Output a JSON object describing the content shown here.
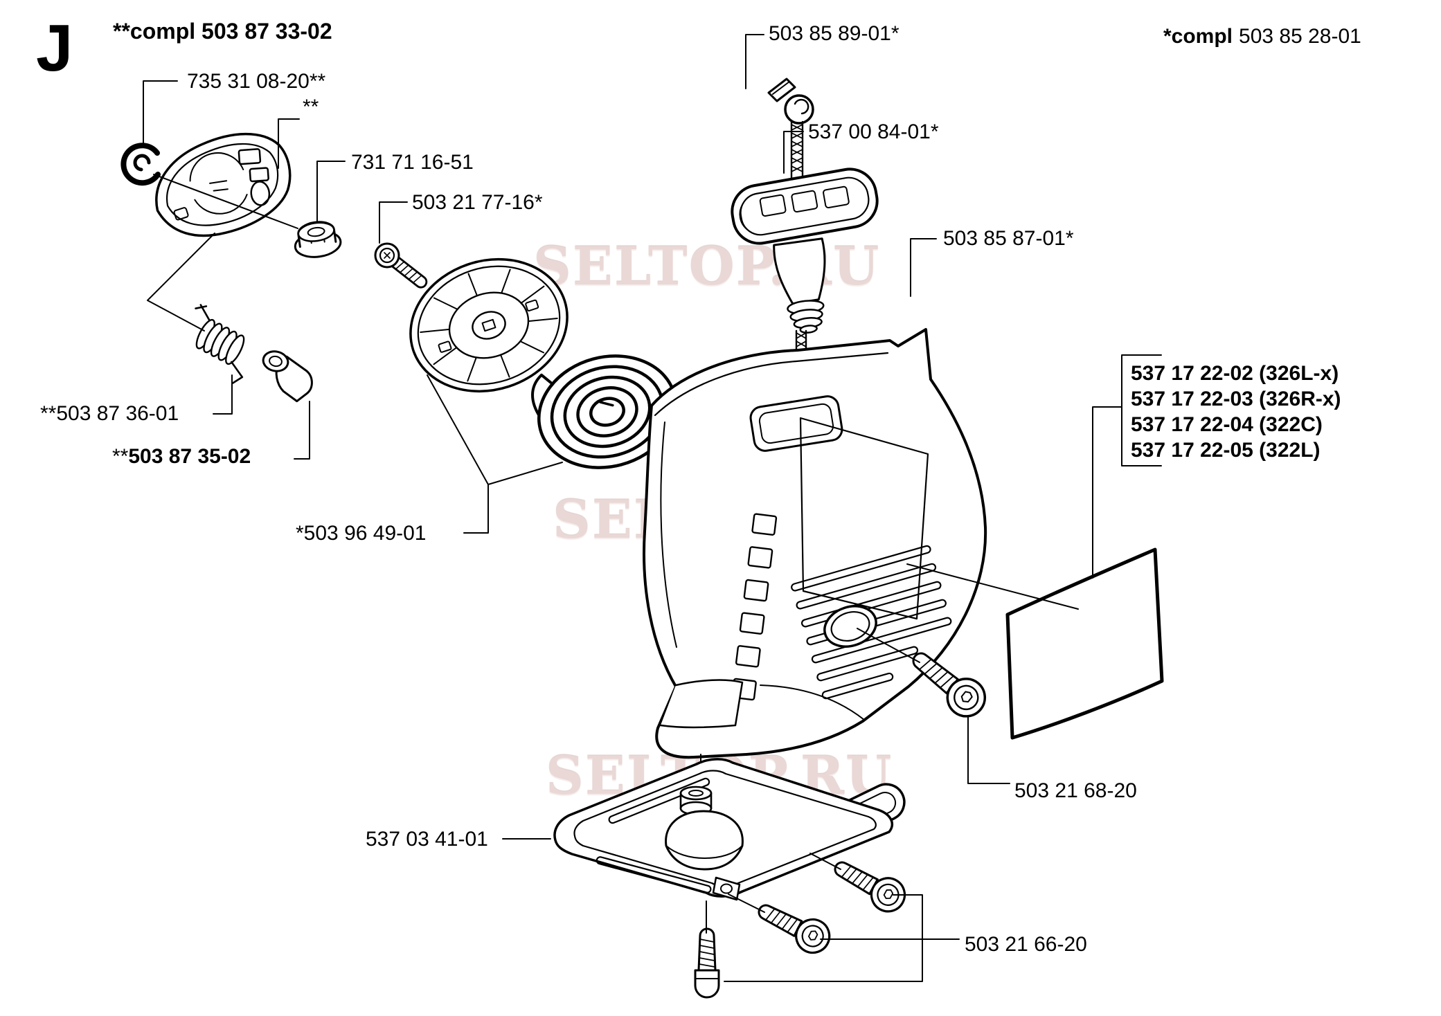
{
  "page": {
    "bg": "#ffffff",
    "ink": "#000000",
    "watermark_color": "#e9d8d6"
  },
  "header": {
    "section_letter": "J",
    "left_assembly_note": {
      "text": "**compl 503 87 33-02"
    },
    "right_assembly_note": {
      "prefix": "*compl",
      "number": "503 85 28-01"
    }
  },
  "watermark": {
    "text": "SELTOP.RU"
  },
  "parts": {
    "clip": {
      "label": "735 31 08-20**"
    },
    "grip_housing_marker": {
      "label": "**"
    },
    "flange_nut": {
      "label": "731 71 16-51"
    },
    "pulley_screw": {
      "label": "503 21 77-16*"
    },
    "rope_knob": {
      "label": "503 85 89-01*"
    },
    "starter_handle": {
      "label": "537 00 84-01*"
    },
    "starter_housing": {
      "label": "503 85 87-01*"
    },
    "pawl_spring": {
      "label": "**503 87 36-01"
    },
    "pawl": {
      "prefix": "**",
      "number": "503 87 35-02"
    },
    "recoil_spring": {
      "label": "*503 96 49-01"
    },
    "cover_screw": {
      "label": "503 21 68-20"
    },
    "base_plate": {
      "label": "537 03 41-01"
    },
    "base_screws": {
      "label": "503 21 66-20"
    }
  },
  "decal_variants": [
    "537 17 22-02 (326L-x)",
    "537 17 22-03 (326R-x)",
    "537 17 22-04 (322C)",
    "537 17 22-05 (322L)"
  ]
}
